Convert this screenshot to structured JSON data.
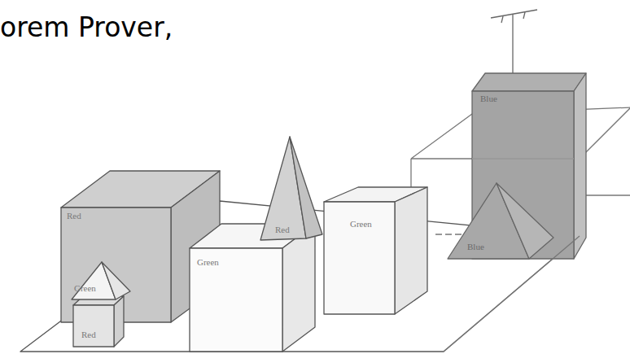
{
  "diagram": {
    "title": "orem Prover,",
    "nodes": [
      {
        "text": [
          "Red"
        ]
      },
      {
        "text": [
          "Green"
        ]
      },
      {
        "text": [
          "Red"
        ]
      },
      {
        "text": [
          "Green"
        ]
      },
      {
        "text": [
          "Red"
        ]
      },
      {
        "text": [
          "Green"
        ]
      },
      {
        "text": [
          "Blue"
        ]
      },
      {
        "text": [
          "Blue"
        ]
      }
    ]
  }
}
